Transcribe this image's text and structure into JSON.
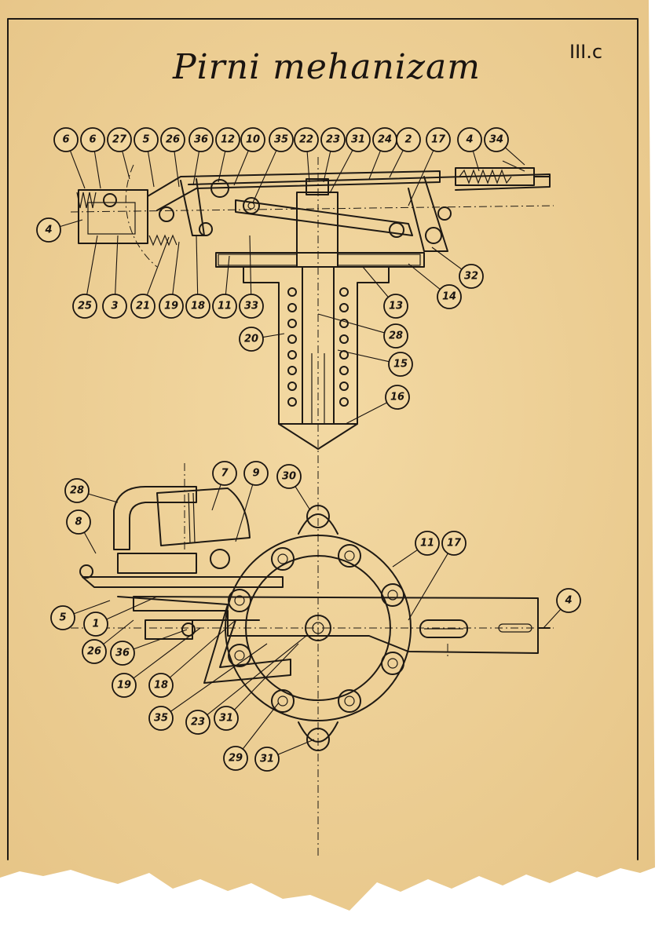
{
  "title": "Pirni mehanizam",
  "sheet_code": "III.c",
  "colors": {
    "paper": "#f1d69e",
    "ink": "#1f1a14",
    "torn_edge": "#ffffff"
  },
  "top_view_callouts": [
    "6",
    "6",
    "27",
    "5",
    "26",
    "36",
    "12",
    "10",
    "35",
    "22",
    "23",
    "31",
    "24",
    "2",
    "17",
    "4",
    "34",
    "4",
    "25",
    "3",
    "21",
    "19",
    "18",
    "11",
    "33",
    "20",
    "32",
    "14",
    "13",
    "28",
    "15",
    "16"
  ],
  "bottom_view_callouts": [
    "28",
    "7",
    "9",
    "30",
    "8",
    "11",
    "17",
    "4",
    "5",
    "1",
    "26",
    "36",
    "19",
    "18",
    "35",
    "23",
    "31",
    "29",
    "31"
  ]
}
